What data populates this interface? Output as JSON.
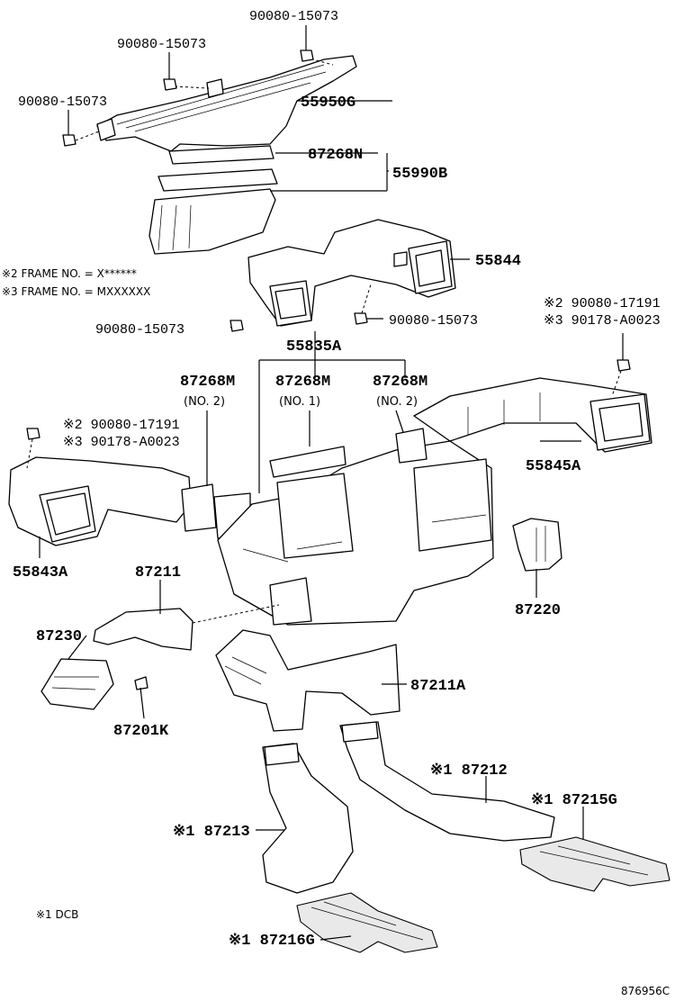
{
  "notes": {
    "frame_2": "※2 FRAME NO. = X******",
    "frame_3": "※3 FRAME NO. = MXXXXXX",
    "dcb": "※1 DCB"
  },
  "labels": {
    "bolt_top": "90080-15073",
    "bolt_mid": "90080-15073",
    "bolt_left": "90080-15073",
    "p55950G": "55950G",
    "p87268N": "87268N",
    "p55990B": "55990B",
    "p55844": "55844",
    "bolt_55835_left": "90080-15073",
    "bolt_55835_right": "90080-15073",
    "p55835A": "55835A",
    "r_bolt_2": "※2 90080-17191",
    "r_bolt_3": "※3 90178-A0023",
    "p87268M_a": "87268M",
    "p87268M_a_sub": "(NO. 2)",
    "p87268M_b": "87268M",
    "p87268M_b_sub": "(NO. 1)",
    "p87268M_c": "87268M",
    "p87268M_c_sub": "(NO. 2)",
    "l_bolt_2": "※2 90080-17191",
    "l_bolt_3": "※3 90178-A0023",
    "p55845A": "55845A",
    "p55843A": "55843A",
    "p87211": "87211",
    "p87220": "87220",
    "p87230": "87230",
    "p87211A": "87211A",
    "p87201K": "87201K",
    "p87212": "※1 87212",
    "p87215G": "※1 87215G",
    "p87213": "※1 87213",
    "p87216G": "※1 87216G",
    "ref": "876956C"
  }
}
